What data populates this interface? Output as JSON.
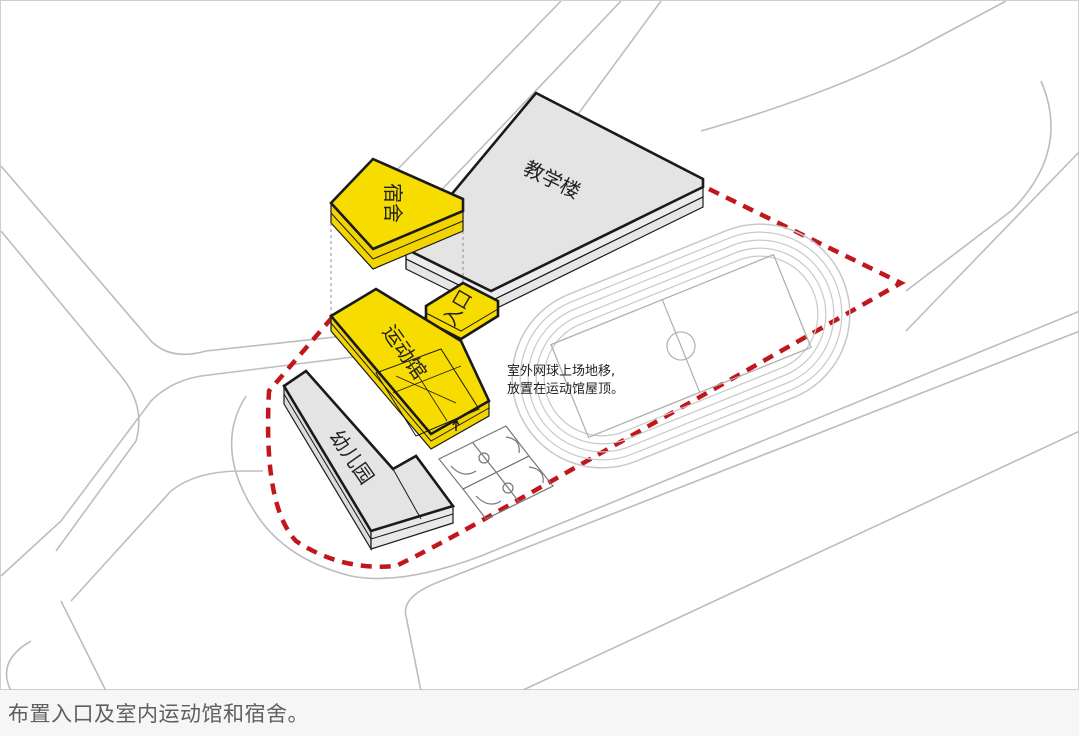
{
  "labels": {
    "teaching_building": "教学楼",
    "dormitory": "宿舍",
    "entrance": "入口",
    "gymnasium": "运动馆",
    "kindergarten": "幼儿园"
  },
  "annotation": {
    "line1": "室外网球上场地移,",
    "line2": "放置在运动馆屋顶。"
  },
  "caption": "布置入口及室内运动馆和宿舍。",
  "colors": {
    "highlight": "#f7dc00",
    "building_grey": "#e4e4e4",
    "boundary": "#c0161c",
    "road_line": "#bdbdbd",
    "outline": "#1a1a1a"
  }
}
